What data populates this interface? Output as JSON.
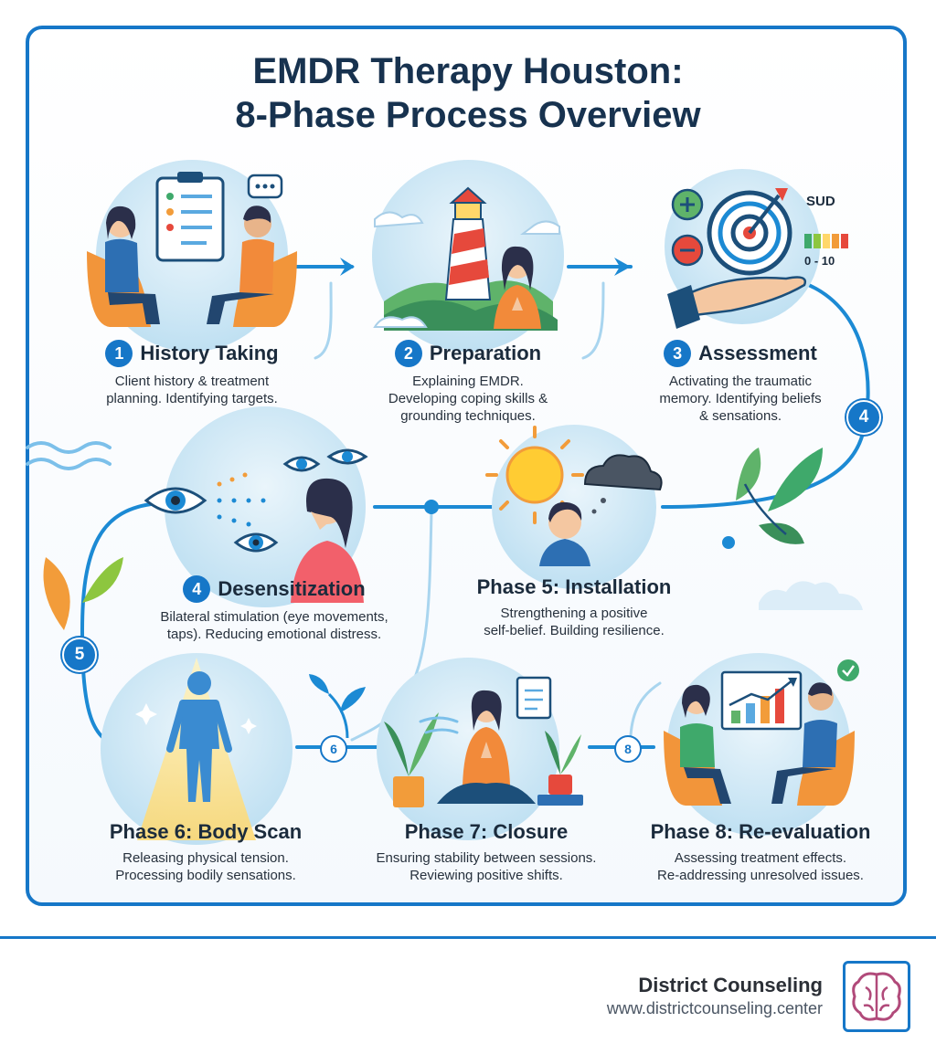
{
  "title": {
    "line1": "EMDR Therapy Houston:",
    "line2": "8-Phase Process Overview"
  },
  "steps": [
    {
      "num": "1",
      "title": "History Taking",
      "desc": [
        "Client history & treatment",
        "planning. Identifying targets."
      ]
    },
    {
      "num": "2",
      "title": "Preparation",
      "desc": [
        "Explaining EMDR.",
        "Developing coping skills &",
        "grounding techniques."
      ]
    },
    {
      "num": "3",
      "title": "Assessment",
      "desc": [
        "Activating the traumatic",
        "memory. Identifying beliefs",
        "& sensations."
      ]
    },
    {
      "num": "4",
      "title": "Desensitization",
      "desc": [
        "Bilateral stimulation (eye movements,",
        "taps). Reducing emotional distress."
      ]
    },
    {
      "num": "",
      "title": "Phase 5: Installation",
      "desc": [
        "Strengthening a positive",
        "self-belief. Building resilience."
      ]
    },
    {
      "num": "",
      "title": "Phase 6: Body Scan",
      "desc": [
        "Releasing physical tension.",
        "Processing bodily sensations."
      ]
    },
    {
      "num": "",
      "title": "Phase 7: Closure",
      "desc": [
        "Ensuring stability between sessions.",
        "Reviewing positive shifts."
      ]
    },
    {
      "num": "",
      "title": "Phase 8: Re-evaluation",
      "desc": [
        "Assessing treatment effects.",
        "Re-addressing unresolved issues."
      ]
    }
  ],
  "badges": {
    "b4": "4",
    "b5": "5",
    "b6": "6",
    "b8": "8"
  },
  "sud": {
    "label": "SUD",
    "range": "0 - 10"
  },
  "icons": [
    "clipboard-icon",
    "chat-bubble-icon",
    "lighthouse-icon",
    "target-icon",
    "plus-icon",
    "minus-icon",
    "hand-icon",
    "eye-icon",
    "sun-icon",
    "cloud-icon",
    "leaf-icon",
    "plant-icon",
    "notebook-icon",
    "chart-icon",
    "check-icon",
    "brain-logo-icon"
  ],
  "colors": {
    "accent": "#1677c8",
    "title": "#17324f"
  },
  "footer": {
    "brand": "District Counseling",
    "url": "www.districtcounseling.center"
  }
}
